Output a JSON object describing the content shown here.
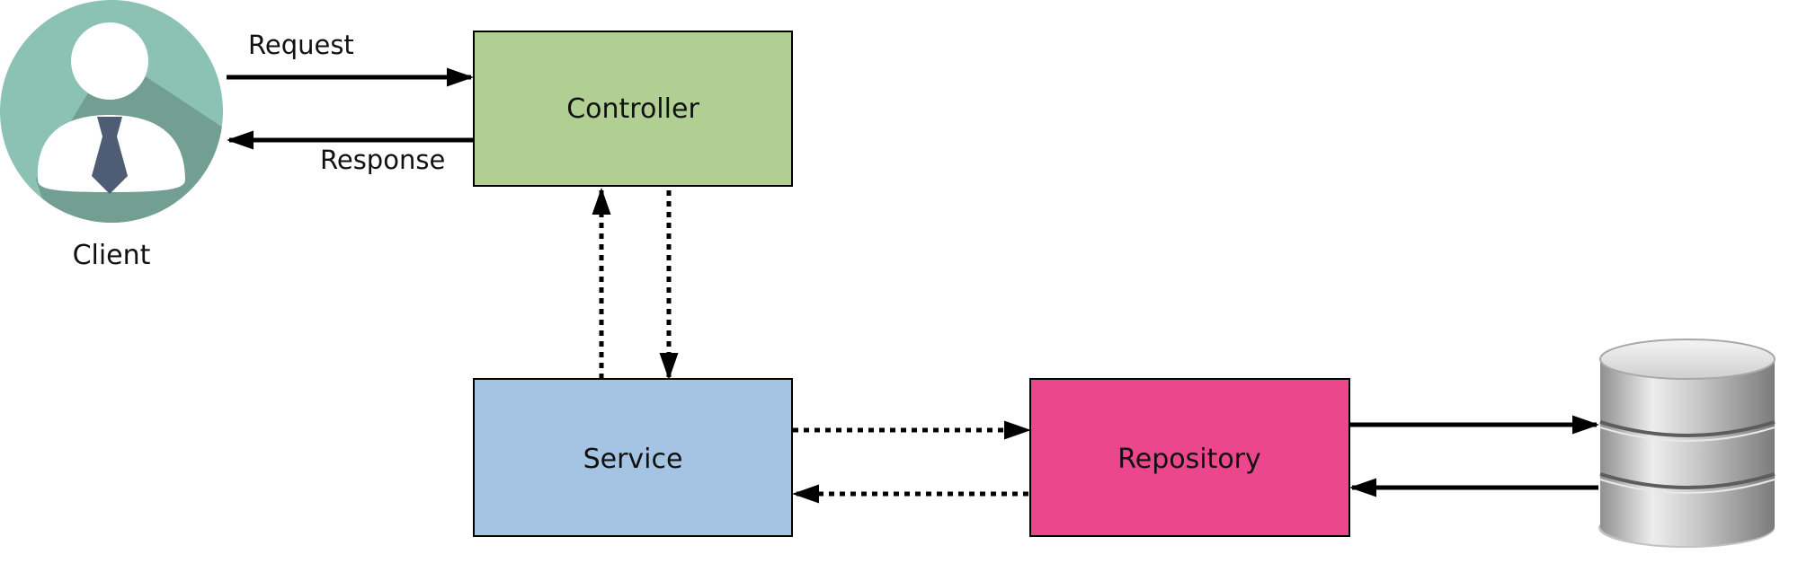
{
  "nodes": {
    "client": {
      "label": "Client"
    },
    "controller": {
      "label": "Controller"
    },
    "service": {
      "label": "Service"
    },
    "repository": {
      "label": "Repository"
    }
  },
  "edges": {
    "request": {
      "label": "Request"
    },
    "response": {
      "label": "Response"
    }
  },
  "colors": {
    "controller_fill": "#b1cf93",
    "service_fill": "#a5c3e2",
    "repository_fill": "#ec478c",
    "client_circle": "#8cc2b3",
    "client_shadow": "#6f9b8d",
    "tie": "#4e5d73"
  },
  "icons": {
    "client": "person-avatar-icon",
    "database": "database-cylinder-icon"
  }
}
